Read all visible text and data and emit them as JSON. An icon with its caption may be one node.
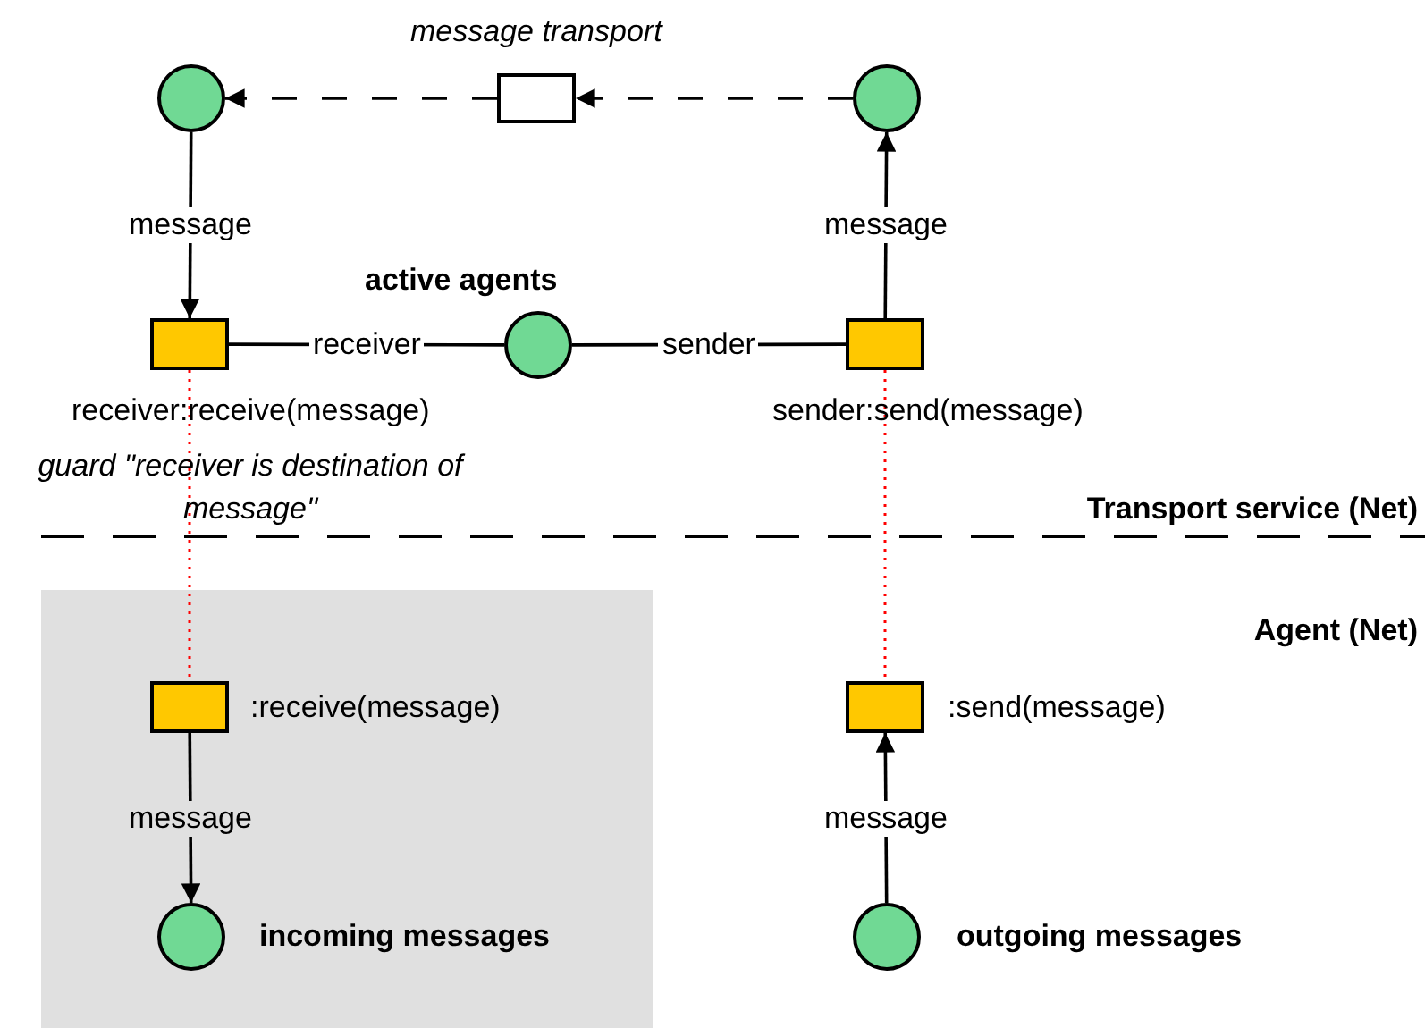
{
  "diagram": {
    "nodes": [
      {
        "text": [],
        "shape": "circle"
      },
      {
        "text": [],
        "shape": "box",
        "beside": [
          "message transport"
        ]
      },
      {
        "text": [],
        "shape": "circle"
      },
      {
        "text": [],
        "shape": "box",
        "beside": [
          "receiver:receive(message)",
          "guard \"receiver is destination of message\""
        ]
      },
      {
        "text": [],
        "shape": "circle",
        "beside": [
          "active agents"
        ]
      },
      {
        "text": [],
        "shape": "box",
        "beside": [
          "sender:send(message)"
        ]
      },
      {
        "text": [],
        "shape": "box"
      },
      {
        "text": [],
        "shape": "box",
        "in": 6,
        "beside": [
          ":receive(message)"
        ]
      },
      {
        "text": [],
        "shape": "circle",
        "in": 6,
        "beside": [
          "incoming messages"
        ]
      },
      {
        "text": [],
        "shape": "box",
        "beside": [
          ":send(message)"
        ]
      },
      {
        "text": [],
        "shape": "circle",
        "beside": [
          "outgoing messages"
        ]
      }
    ],
    "edges": [
      {
        "from": 2,
        "to": 1,
        "arrow": "to",
        "style": "dashed"
      },
      {
        "from": 1,
        "to": 0,
        "arrow": "to",
        "style": "dashed"
      },
      {
        "from": 0,
        "to": 3,
        "arrow": "to",
        "label": "message"
      },
      {
        "from": 3,
        "to": 4,
        "arrow": "none",
        "label": "receiver"
      },
      {
        "from": 4,
        "to": 5,
        "arrow": "none",
        "label": "sender"
      },
      {
        "from": 5,
        "to": 2,
        "arrow": "to",
        "label": "message"
      },
      {
        "from": 3,
        "to": 7,
        "arrow": "none",
        "style": "dashed",
        "color": "#ff0000"
      },
      {
        "from": 5,
        "to": 9,
        "arrow": "none",
        "style": "dashed",
        "color": "#ff0000"
      },
      {
        "from": 7,
        "to": 8,
        "arrow": "to",
        "label": "message"
      },
      {
        "from": 10,
        "to": 9,
        "arrow": "to",
        "label": "message"
      }
    ],
    "labels": [
      "Transport service (Net)",
      "Agent (Net)"
    ]
  }
}
